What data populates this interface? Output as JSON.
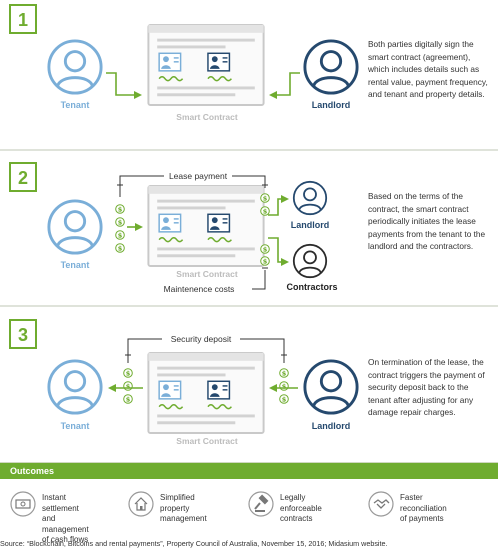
{
  "steps": [
    {
      "number": "1",
      "contract_label": "Smart Contract",
      "tenant_label": "Tenant",
      "landlord_label": "Landlord",
      "description": "Both parties digitally sign the smart contract (agreement), which includes details such as rental value, payment frequency, and tenant and property details."
    },
    {
      "number": "2",
      "contract_label": "Smart Contract",
      "tenant_label": "Tenant",
      "landlord_label": "Landlord",
      "contractors_label": "Contractors",
      "top_label": "Lease payment",
      "bottom_label": "Maintenence costs",
      "description": "Based on the terms of the contract, the smart contract periodically initiates the lease payments from the tenant to the landlord and the contractors."
    },
    {
      "number": "3",
      "contract_label": "Smart Contract",
      "tenant_label": "Tenant",
      "landlord_label": "Landlord",
      "top_label": "Security deposit",
      "description": "On termination of the lease, the contract triggers the payment of security deposit back to the tenant after adjusting for any damage repair charges."
    }
  ],
  "outcomes": {
    "title": "Outcomes",
    "items": [
      {
        "icon": "cash-icon",
        "line1": "Instant settlement",
        "line2": "and management",
        "line3": "of cash flows"
      },
      {
        "icon": "house-icon",
        "line1": "Simplified property",
        "line2": "management",
        "line3": ""
      },
      {
        "icon": "gavel-icon",
        "line1": "Legally enforceable",
        "line2": "contracts",
        "line3": ""
      },
      {
        "icon": "handshake-icon",
        "line1": "Faster reconciliation",
        "line2": "of payments",
        "line3": ""
      }
    ]
  },
  "source": "Source: “Blockchain, Bitcoins and rental payments”, Property Council of Australia, November 15, 2016; Midasium website.",
  "colors": {
    "green": "#6fac2f",
    "tenant": "#7aaed8",
    "landlord": "#25496e",
    "contract_border": "#c9c9c9",
    "contract_text": "#bcbcbc",
    "divider": "#dfe3da"
  }
}
